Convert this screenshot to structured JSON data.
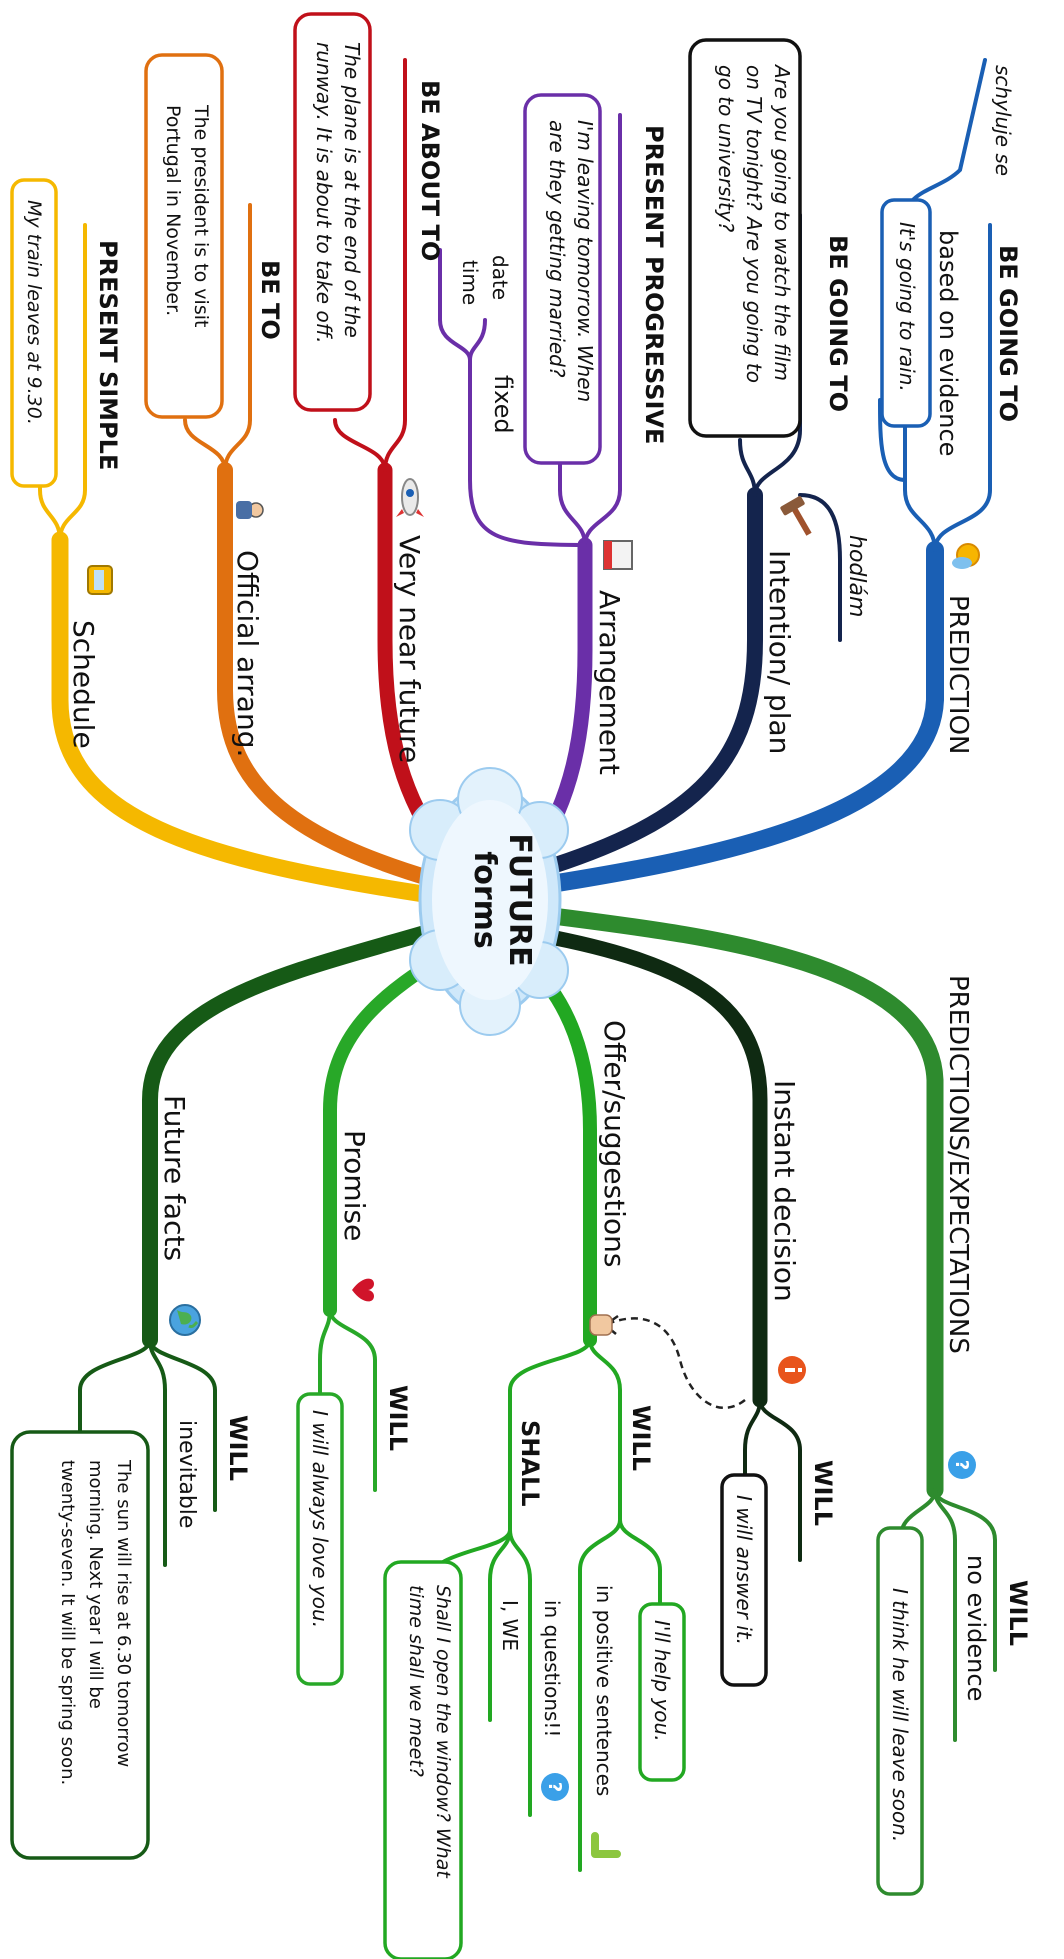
{
  "center": {
    "line1": "FUTURE",
    "line2": "forms"
  },
  "colors": {
    "prediction": "#1a5fb4",
    "intention": "#14244d",
    "arrangement": "#6a2fa8",
    "very_near": "#c0101a",
    "official": "#e07010",
    "schedule": "#f5b800",
    "predictions_exp": "#2e8b2e",
    "instant": "#0f2a12",
    "offer": "#22a822",
    "promise": "#28a828",
    "future_facts": "#165a16"
  },
  "branches": {
    "prediction": {
      "label": "PREDICTION",
      "form": "BE GOING TO",
      "sub": "based on evidence",
      "note": "schylujе se",
      "example": "It's going to rain.",
      "icon": "sun-cloud-icon"
    },
    "intention": {
      "label": "Intention/ plan",
      "form": "BE GOING TO",
      "note": "hodlám",
      "example_line1": "Are you going to watch the film",
      "example_line2": "on TV tonight? Are you going to",
      "example_line3": "go to university?",
      "icon": "hammer-icon"
    },
    "arrangement": {
      "label": "Arrangement",
      "form": "PRESENT PROGRESSIVE",
      "sub": "fixed",
      "sub_date": "date",
      "sub_time": "time",
      "example_line1": "I'm leaving tomorrow. When",
      "example_line2": "are they getting married?",
      "icon": "calendar-icon"
    },
    "very_near": {
      "label": "Very near future",
      "form": "BE ABOUT TO",
      "example_line1": "The plane is at the end of the",
      "example_line2": "runway. It is about to take off.",
      "icon": "rocket-icon"
    },
    "official": {
      "label": "Official arrang.",
      "form": "BE TO",
      "example_line1": "The president is to visit",
      "example_line2": "Portugal in November.",
      "icon": "person-icon"
    },
    "schedule": {
      "label": "Schedule",
      "form": "PRESENT SIMPLE",
      "example": "My train leaves at 9.30.",
      "icon": "bus-icon"
    },
    "predictions_exp": {
      "label": "PREDICTIONS/EXPECTATIONS",
      "form": "WILL",
      "sub": "no evidence",
      "example": "I think he will leave soon.",
      "icon": "question-icon"
    },
    "instant": {
      "label": "Instant decision",
      "form": "WILL",
      "example": "I will answer it.",
      "icon": "alert-icon"
    },
    "offer": {
      "label": "Offer/suggestions",
      "form_will": "WILL",
      "will_sub": "in positive sentences",
      "will_example": "I'll help you.",
      "form_shall": "SHALL",
      "shall_sub1": "in questions!!",
      "shall_sub2": "I, WE",
      "shall_example_line1": "Shall I open the window? What",
      "shall_example_line2": "time shall we meet?",
      "icon": "hand-icon"
    },
    "promise": {
      "label": "Promise",
      "form": "WILL",
      "example": "I will always love you.",
      "icon": "heart-icon"
    },
    "future_facts": {
      "label": "Future facts",
      "form": "WILL",
      "sub": "inevitable",
      "example_line1": "The sun will rise at 6.30 tomorrow",
      "example_line2": "morning. Next year I will be",
      "example_line3": "twenty-seven. It will be spring soon.",
      "icon": "globe-icon"
    }
  }
}
